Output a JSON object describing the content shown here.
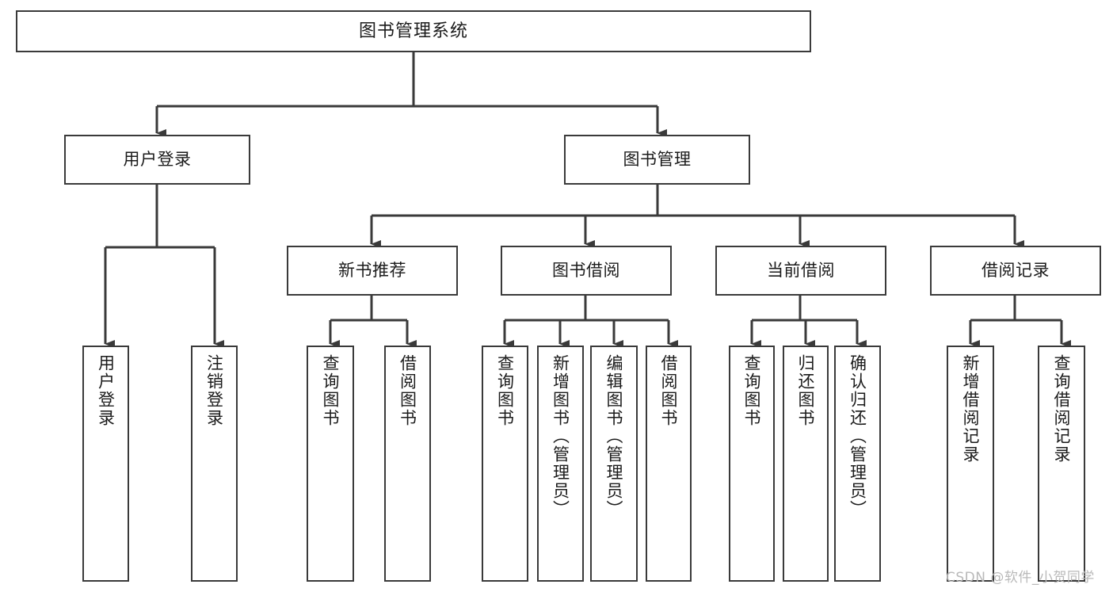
{
  "diagram": {
    "title": "图书管理系统",
    "type": "hierarchy-tree",
    "watermark": "CSDN @软件_小贺同学",
    "colors": {
      "box_border": "#3a3a3a",
      "box_fill": "#ffffff",
      "connector": "#3a3a3a",
      "text": "#1b1b1b",
      "watermark": "#b9b9b9",
      "background": "#ffffff"
    },
    "root": {
      "label": "图书管理系统"
    },
    "level2": [
      {
        "label": "用户登录"
      },
      {
        "label": "图书管理"
      }
    ],
    "level3": [
      {
        "label": "新书推荐"
      },
      {
        "label": "图书借阅"
      },
      {
        "label": "当前借阅"
      },
      {
        "label": "借阅记录"
      }
    ],
    "leaves": {
      "user_login": [
        {
          "label": "用户登录"
        },
        {
          "label": "注销登录"
        }
      ],
      "new_book_recommend": [
        {
          "label": "查询图书"
        },
        {
          "label": "借阅图书"
        }
      ],
      "book_borrow": [
        {
          "label": "查询图书"
        },
        {
          "label": "新增图书（管理员）"
        },
        {
          "label": "编辑图书（管理员）"
        },
        {
          "label": "借阅图书"
        }
      ],
      "current_borrow": [
        {
          "label": "查询图书"
        },
        {
          "label": "归还图书"
        },
        {
          "label": "确认归还（管理员）"
        }
      ],
      "borrow_record": [
        {
          "label": "新增借阅记录"
        },
        {
          "label": "查询借阅记录"
        }
      ]
    }
  }
}
